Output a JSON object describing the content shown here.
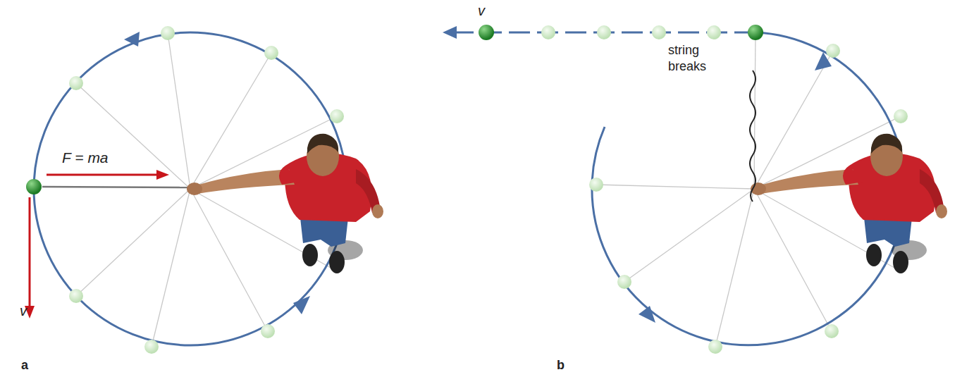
{
  "diagram": {
    "labels": [
      "F = ma",
      "v",
      "a",
      "v",
      "string breaks",
      "b"
    ]
  }
}
